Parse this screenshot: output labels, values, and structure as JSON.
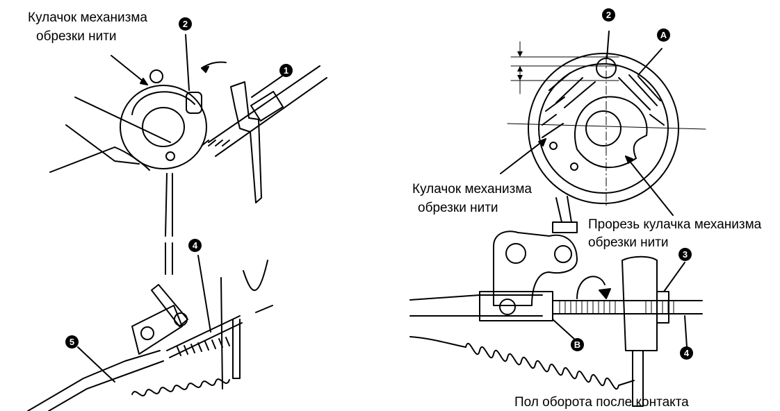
{
  "labels": {
    "cam_left_line1": "Кулачок механизма",
    "cam_left_line2": "обрезки нити",
    "cam_right_line1": "Кулачок механизма",
    "cam_right_line2": "обрезки нити",
    "slot_line1": "Прорезь кулачка механизма",
    "slot_line2": "обрезки нити",
    "half_turn": "Пол оборота после контакта"
  },
  "markers": {
    "m1": "1",
    "m2_left": "2",
    "m2_right": "2",
    "m3": "3",
    "m4_left": "4",
    "m4_right": "4",
    "m5": "5",
    "mA": "A",
    "mB": "B"
  },
  "colors": {
    "ink": "#000000",
    "paper": "#ffffff"
  }
}
